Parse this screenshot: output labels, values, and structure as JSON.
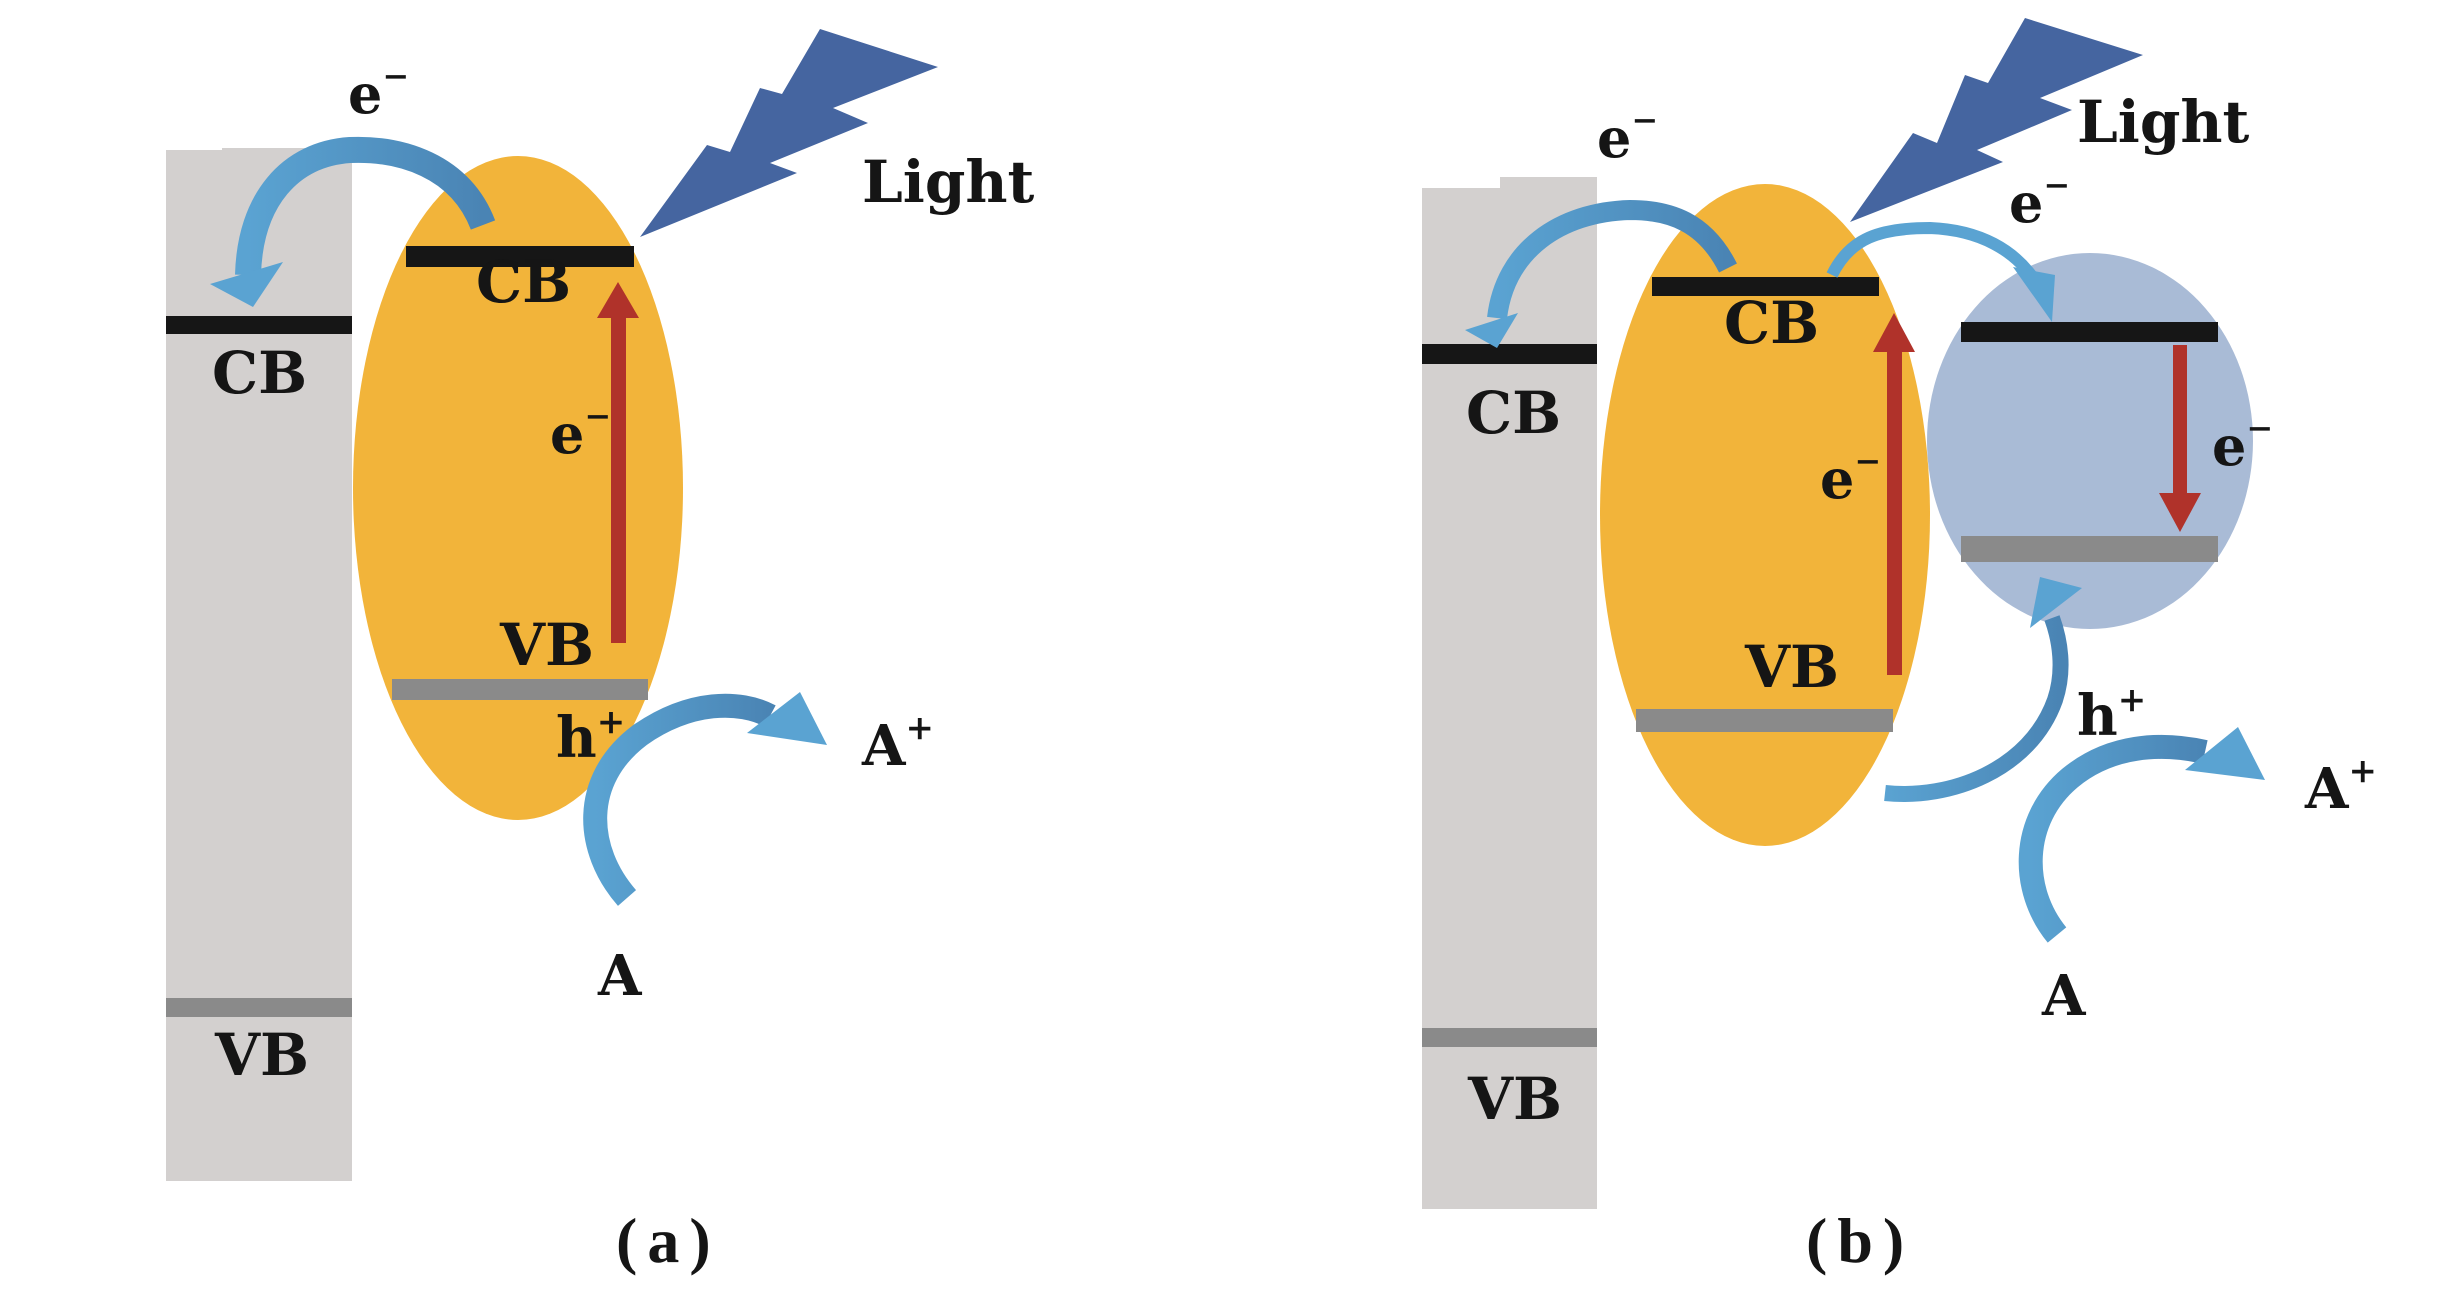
{
  "panels": {
    "a": {
      "caption": "(a)",
      "light": "Light",
      "left_cb": "CB",
      "left_vb": "VB",
      "mid_cb": "CB",
      "mid_vb": "VB",
      "transfer_e": "e",
      "transfer_e_sup": "−",
      "excite_e": "e",
      "excite_e_sup": "−",
      "hole": "h",
      "hole_sup": "+",
      "reactant": "A",
      "product": "A",
      "product_sup": "+"
    },
    "b": {
      "caption": "(b)",
      "light": "Light",
      "left_cb": "CB",
      "left_vb": "VB",
      "mid_cb": "CB",
      "mid_vb": "VB",
      "transfer_e": "e",
      "transfer_e_sup": "−",
      "right_transfer_e": "e",
      "right_transfer_e_sup": "−",
      "excite_e": "e",
      "excite_e_sup": "−",
      "relax_e": "e",
      "relax_e_sup": "−",
      "hole": "h",
      "hole_sup": "+",
      "reactant": "A",
      "product": "A",
      "product_sup": "+"
    }
  },
  "colors": {
    "wide_gap_bar": "#d3d0cf",
    "semiconductor": "#f2b43a",
    "cocatalyst": "#a9bbd6",
    "lightning": "#4565a0",
    "transfer_arrow": "#5aa3d2",
    "transfer_arrow_dark": "#4a84b4",
    "excitation_arrow": "#b0322a",
    "cb_line": "#161616",
    "vb_line": "#8a8a8a"
  }
}
